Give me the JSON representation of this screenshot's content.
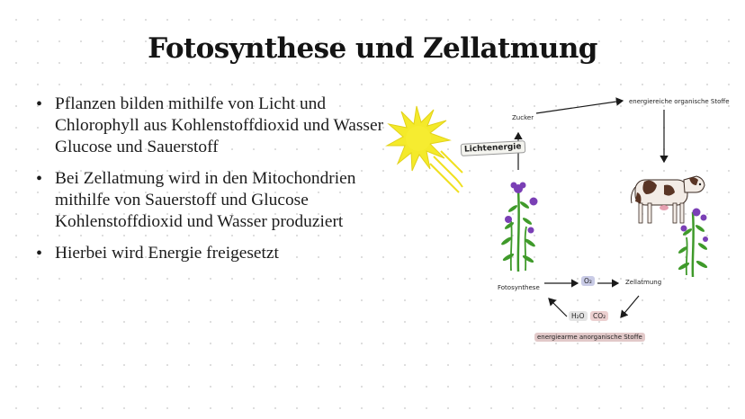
{
  "slide": {
    "title": "Fotosynthese und Zellatmung",
    "bullets": [
      "Pflanzen bilden mithilfe von Licht und Chlorophyll aus Kohlenstoffdioxid und Wasser Glucose und Sauerstoff",
      "Bei Zellatmung wird in den Mitochondrien mithilfe von Sauerstoff und Glucose Kohlenstoffdioxid und Wasser produziert",
      "Hierbei wird Energie freigesetzt"
    ]
  },
  "diagram": {
    "zucker": "Zucker",
    "energiereiche": "energiereiche organische Stoffe",
    "lichtenergie": "Lichtenergie",
    "fotosynthese": "Fotosynthese",
    "o2": "O₂",
    "zellatmung": "Zellatmung",
    "h2o": "H₂O",
    "co2": "CO₂",
    "energiearme": "energiearme anorganische Stoffe",
    "colors": {
      "sun": "#f4ea2a",
      "plant_stem": "#3f9a2a",
      "flower": "#7a3fb5",
      "o2_pill": "#c9cbe6",
      "co2_pill": "#ecd0d0",
      "h2o_pill": "#e4e4e4",
      "bottom_label": "#e2c9c9"
    },
    "icons": [
      "sun-icon",
      "plant-icon",
      "cow-icon"
    ]
  }
}
